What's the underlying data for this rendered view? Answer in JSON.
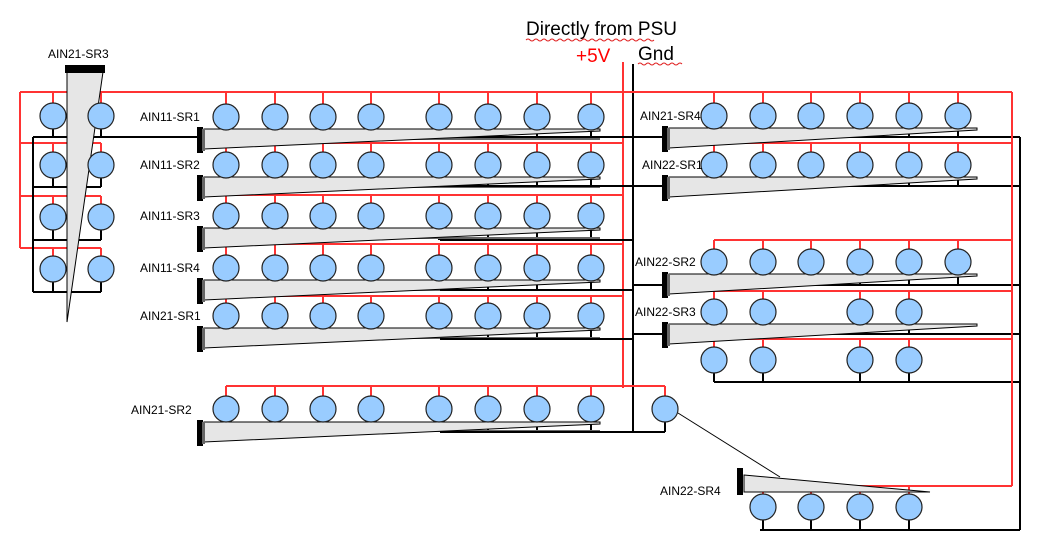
{
  "title": "Directly from PSU",
  "rails": {
    "positive_label": "+5V",
    "ground_label": "Gnd",
    "positive_color": "#ff0000",
    "ground_color": "#000000"
  },
  "colors": {
    "led_fill": "#99ccff",
    "power_wire": "#ff3333",
    "ground_wire": "#000000",
    "cable_fill": "#e6e6e6"
  },
  "connectors": [
    {
      "id": "ain21-sr3",
      "label": "AIN21-SR3",
      "leds": 8,
      "group": "left-block"
    },
    {
      "id": "ain11-sr1",
      "label": "AIN11-SR1",
      "leds": 8,
      "group": "center"
    },
    {
      "id": "ain11-sr2",
      "label": "AIN11-SR2",
      "leds": 8,
      "group": "center"
    },
    {
      "id": "ain11-sr3",
      "label": "AIN11-SR3",
      "leds": 8,
      "group": "center"
    },
    {
      "id": "ain11-sr4",
      "label": "AIN11-SR4",
      "leds": 8,
      "group": "center"
    },
    {
      "id": "ain21-sr1",
      "label": "AIN21-SR1",
      "leds": 8,
      "group": "center"
    },
    {
      "id": "ain21-sr2",
      "label": "AIN21-SR2",
      "leds": 9,
      "group": "center"
    },
    {
      "id": "ain21-sr4",
      "label": "AIN21-SR4",
      "leds": 6,
      "group": "right"
    },
    {
      "id": "ain22-sr1",
      "label": "AIN22-SR1",
      "leds": 6,
      "group": "right"
    },
    {
      "id": "ain22-sr2",
      "label": "AIN22-SR2",
      "leds": 6,
      "group": "right"
    },
    {
      "id": "ain22-sr3",
      "label": "AIN22-SR3",
      "leds": 8,
      "group": "right"
    },
    {
      "id": "ain22-sr4",
      "label": "AIN22-SR4",
      "leds": 4,
      "group": "bottom-right"
    }
  ]
}
